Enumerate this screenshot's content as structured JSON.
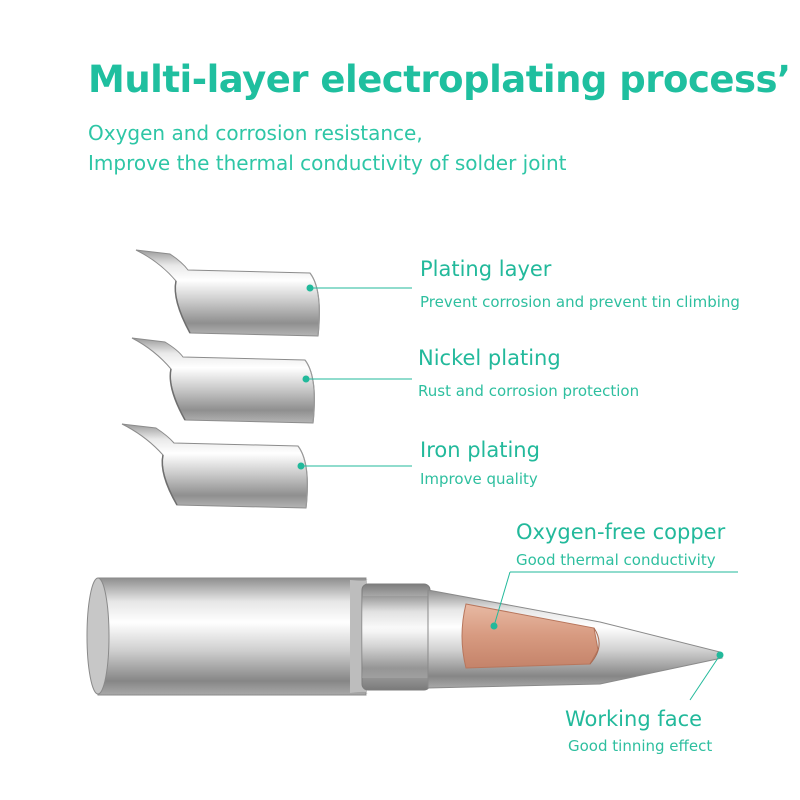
{
  "header": {
    "title": "Multi-layer electroplating process’",
    "subtitle_line1": "Oxygen and corrosion resistance,",
    "subtitle_line2": "Improve the thermal conductivity of solder joint"
  },
  "layers": [
    {
      "name": "Plating layer",
      "desc": "Prevent corrosion and prevent tin climbing"
    },
    {
      "name": "Nickel plating",
      "desc": "Rust and corrosion protection"
    },
    {
      "name": "Iron plating",
      "desc": "Improve quality"
    }
  ],
  "tip": {
    "core_name": "Oxygen-free copper",
    "core_desc": "Good thermal conductivity",
    "face_name": "Working face",
    "face_desc": "Good tinning effect"
  },
  "colors": {
    "accent": "#1fbf9f",
    "copper": "#d9a088",
    "metal_light": "#f2f2f2",
    "metal_dark": "#8a8a8a"
  }
}
